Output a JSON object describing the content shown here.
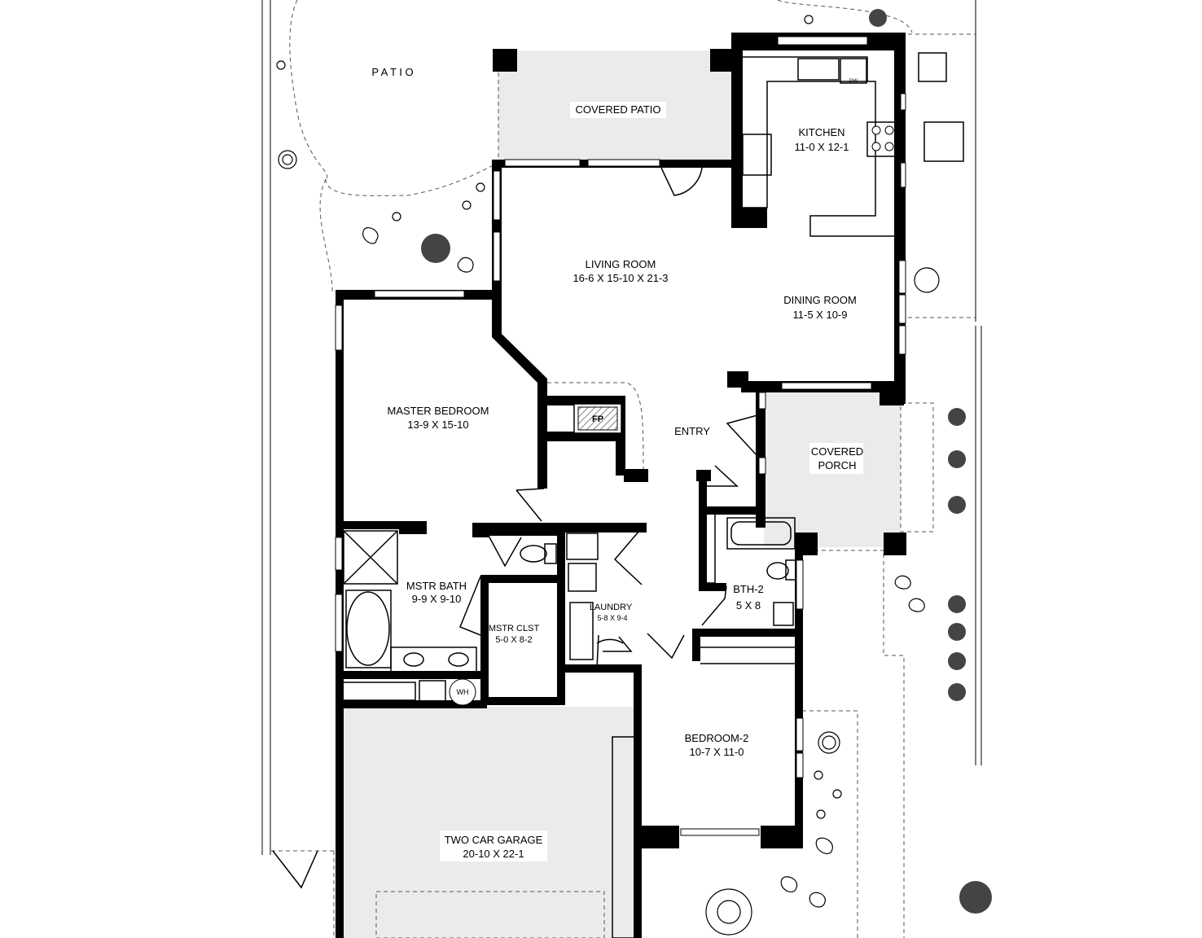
{
  "rooms": {
    "patio": {
      "name": "P A T I O"
    },
    "covered_patio": {
      "name": "COVERED PATIO"
    },
    "kitchen": {
      "name": "KITCHEN",
      "size": "11-0  X 12-1"
    },
    "living_room": {
      "name": "LIVING ROOM",
      "size": "16-6  X 15-10  X 21-3"
    },
    "dining_room": {
      "name": "DINING ROOM",
      "size": "11-5  X  10-9"
    },
    "master_bedroom": {
      "name": "MASTER BEDROOM",
      "size": "13-9  X  15-10"
    },
    "entry": {
      "name": "ENTRY"
    },
    "covered_porch": {
      "name_line1": "COVERED",
      "name_line2": "PORCH"
    },
    "mstr_bath": {
      "name": "MSTR BATH",
      "size": "9-9  X  9-10"
    },
    "mstr_clst": {
      "name": "MSTR CLST",
      "size": "5-0  X  8-2"
    },
    "laundry": {
      "name": "LAUNDRY",
      "size": "5-8 X 9-4"
    },
    "bth2": {
      "name": "BTH-2",
      "size": "5 X 8"
    },
    "bedroom2": {
      "name": "BEDROOM-2",
      "size": "10-7  X  11-0"
    },
    "garage": {
      "name": "TWO CAR GARAGE",
      "size": "20-10  X  22-1"
    }
  },
  "fixtures": {
    "fireplace": "FP",
    "water_heater": "WH",
    "dishwasher": "DW"
  }
}
